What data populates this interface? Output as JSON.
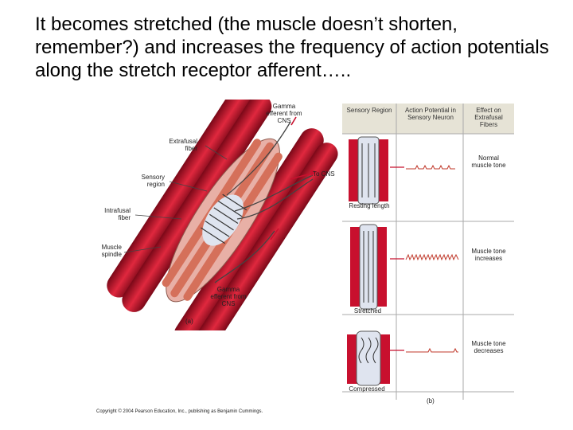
{
  "slide": {
    "title": "It becomes stretched (the muscle doesn’t shorten, remember?) and increases the frequency of action potentials along the stretch receptor afferent….."
  },
  "figure_a": {
    "gamma_top": "Gamma efferent from CNS",
    "extrafusal": "Extrafusal fiber",
    "sensory_region": "Sensory region",
    "to_cns": "To CNS",
    "intrafusal": "Intrafusal fiber",
    "muscle_spindle": "Muscle spindle",
    "gamma_bottom": "Gamma efferent from CNS",
    "panel": "(a)"
  },
  "figure_b": {
    "headers": [
      "Sensory Region",
      "Action Potential in Sensory Neuron",
      "Effect on Extrafusal Fibers"
    ],
    "rows": [
      {
        "state": "Resting length",
        "effect": "Normal muscle tone"
      },
      {
        "state": "Stretched",
        "effect": "Muscle tone increases"
      },
      {
        "state": "Compressed",
        "effect": "Muscle tone decreases"
      }
    ],
    "panel": "(b)"
  },
  "copyright": "Copyright © 2004 Pearson Education, Inc., publishing as Benjamin Cummings.",
  "colors": {
    "muscle": "#c8102e",
    "muscle_dark": "#8e0a1f",
    "header_bg": "#e6e3d6",
    "spike": "#c0392b"
  }
}
